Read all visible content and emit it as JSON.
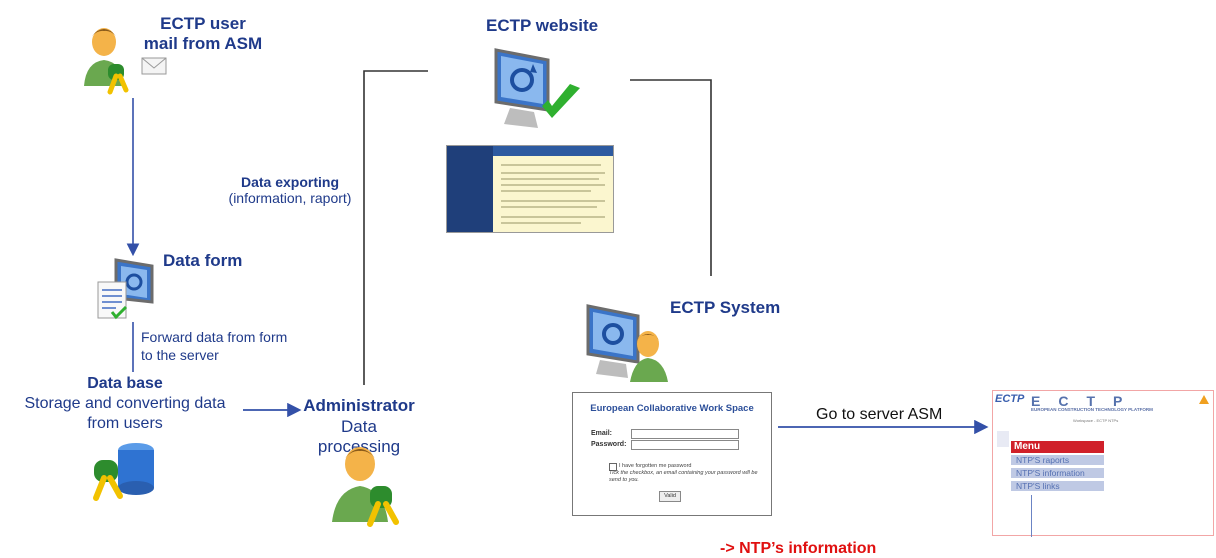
{
  "nodes": {
    "user": {
      "title_line1": "ECTP user",
      "title_line2": "mail from ASM"
    },
    "website": {
      "title": "ECTP website"
    },
    "data_form": {
      "title": "Data form"
    },
    "forward": {
      "line1": "Forward data from form",
      "line2": "to the server"
    },
    "database": {
      "title": "Data base",
      "line1": "Storage and converting data",
      "line2": "from users"
    },
    "admin": {
      "title": "Administrator",
      "subtitle": "Data processing"
    },
    "export": {
      "line1": "Data exporting",
      "line2": "(information, raport)"
    },
    "system": {
      "title": "ECTP System"
    },
    "goto": {
      "label": "Go to server ASM"
    },
    "ntp_note": {
      "label": "-> NTP’s information"
    }
  },
  "login_form": {
    "title": "European Collaborative Work Space",
    "email_label": "Email:",
    "password_label": "Password:",
    "forgot_label": "I have forgotten me password",
    "forgot_help_line1": "Tick the checkbox, an email containing your password will be",
    "forgot_help_line2": "send to you.",
    "submit_label": "Valid"
  },
  "asm_screen": {
    "logo": "ECTP",
    "letters": "ECTP",
    "tagline": "EUROPEAN CONSTRUCTION TECHNOLOGY PLATFORM",
    "subheader": "Workspace - ECTP NTPs",
    "menu_title": "Menu",
    "menu_items": [
      "NTP'S raports",
      "NTP'S information",
      "NTP'S links"
    ]
  },
  "colors": {
    "primary_text": "#1f3a8a",
    "arrow": "#3350a8",
    "connector": "#333333",
    "highlight": "#e01010"
  }
}
